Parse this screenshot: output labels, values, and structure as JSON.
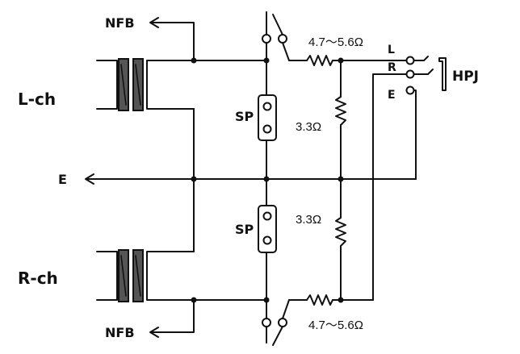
{
  "labels": {
    "l_ch": "L-ch",
    "r_ch": "R-ch",
    "nfb_top": "NFB",
    "nfb_bottom": "NFB",
    "earth": "E",
    "sp_top": "SP",
    "sp_bottom": "SP",
    "r_series_top": "4.7～5.6Ω",
    "r_series_bottom": "4.7～5.6Ω",
    "r_shunt_top": "3.3Ω",
    "r_shunt_bottom": "3.3Ω",
    "jack_l": "L",
    "jack_r": "R",
    "jack_e": "E",
    "hpj": "HPJ"
  }
}
